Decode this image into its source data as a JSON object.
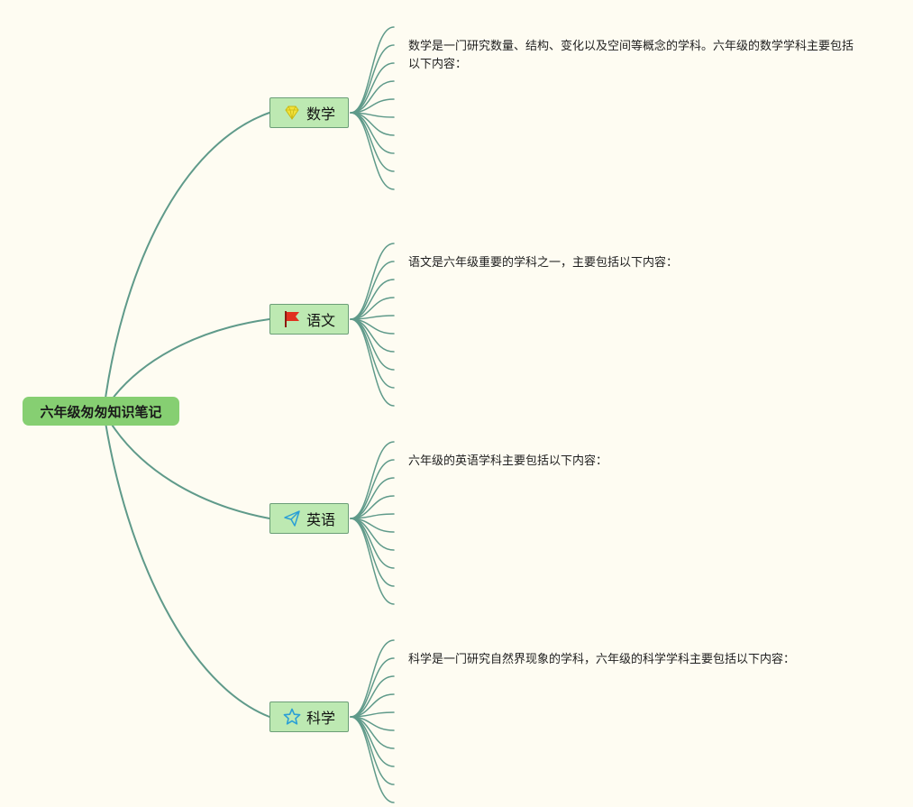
{
  "mindmap": {
    "root": {
      "label": "六年级匆匆知识笔记"
    },
    "branches": [
      {
        "label": "数学",
        "icon": "gem-icon",
        "note": "数学是一门研究数量、结构、变化以及空间等概念的学科。六年级的数学学科主要包括以下内容："
      },
      {
        "label": "语文",
        "icon": "flag-icon",
        "note": "语文是六年级重要的学科之一，主要包括以下内容："
      },
      {
        "label": "英语",
        "icon": "paper-plane-icon",
        "note": "六年级的英语学科主要包括以下内容："
      },
      {
        "label": "科学",
        "icon": "star-icon",
        "note": "科学是一门研究自然界现象的学科，六年级的科学学科主要包括以下内容："
      }
    ]
  },
  "colors": {
    "background": "#fefcf2",
    "connector": "#5f9a8a",
    "root_fill": "#86cf72",
    "branch_fill": "#bde9b2",
    "branch_border": "#6b9e77",
    "gem": "#f2e23a",
    "flag": "#e0301e",
    "plane": "#2a9fd6",
    "star": "#2a9fd6"
  }
}
